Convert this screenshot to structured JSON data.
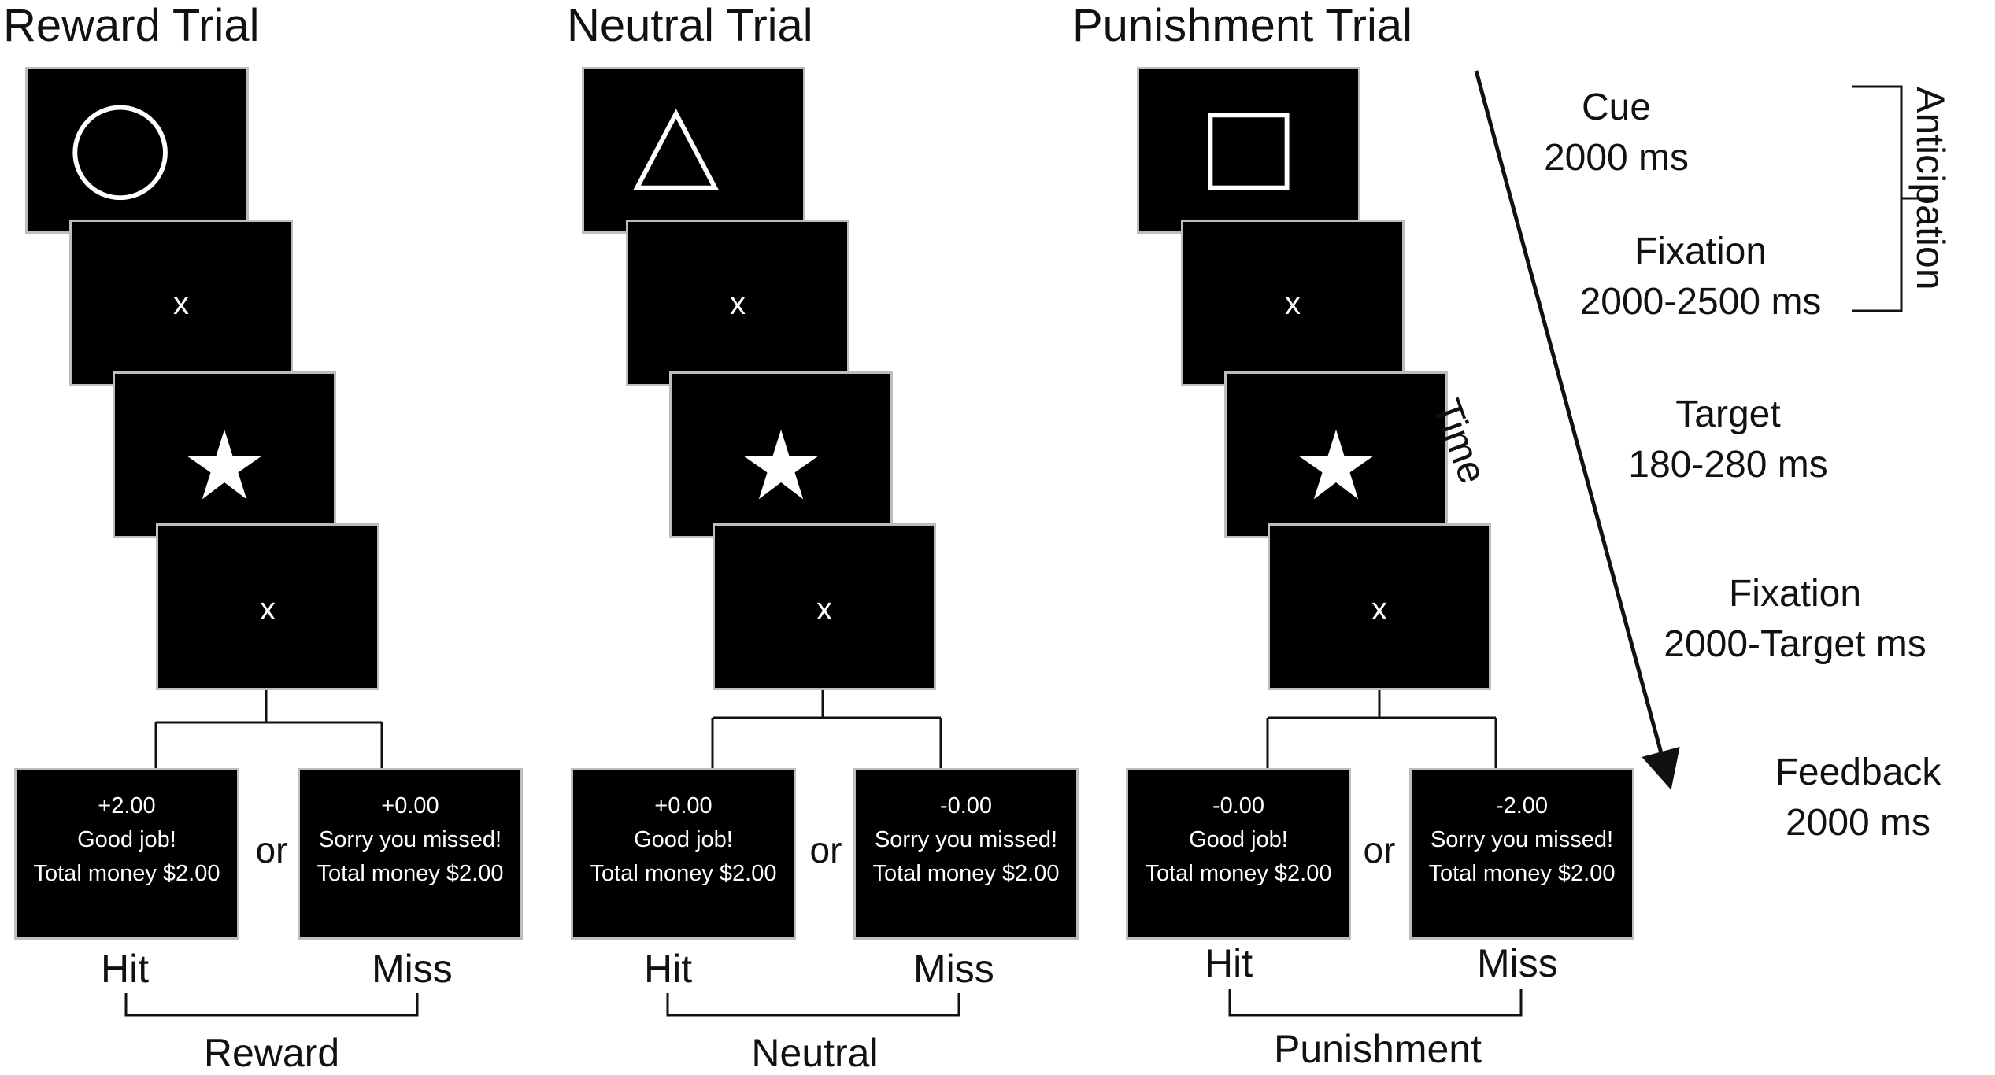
{
  "trials": [
    {
      "title": "Reward Trial",
      "cue_shape": "circle-icon",
      "feedback_hit": {
        "amount": "+2.00",
        "message": "Good job!",
        "total": "Total money $2.00"
      },
      "feedback_miss": {
        "amount": "+0.00",
        "message": "Sorry you missed!",
        "total": "Total money $2.00"
      },
      "category": "Reward"
    },
    {
      "title": "Neutral Trial",
      "cue_shape": "triangle-icon",
      "feedback_hit": {
        "amount": "+0.00",
        "message": "Good job!",
        "total": "Total money $2.00"
      },
      "feedback_miss": {
        "amount": "-0.00",
        "message": "Sorry you missed!",
        "total": "Total money $2.00"
      },
      "category": "Neutral"
    },
    {
      "title": "Punishment Trial",
      "cue_shape": "square-icon",
      "feedback_hit": {
        "amount": "-0.00",
        "message": "Good job!",
        "total": "Total money $2.00"
      },
      "feedback_miss": {
        "amount": "-2.00",
        "message": "Sorry you missed!",
        "total": "Total money $2.00"
      },
      "category": "Punishment"
    }
  ],
  "fixation_symbol": "x",
  "target_icon": "star-icon",
  "or_label": "or",
  "hit_label": "Hit",
  "miss_label": "Miss",
  "timeline": {
    "time_label": "Time",
    "phases": [
      {
        "name": "Cue",
        "duration": "2000 ms"
      },
      {
        "name": "Fixation",
        "duration": "2000-2500 ms"
      },
      {
        "name": "Target",
        "duration": "180-280 ms"
      },
      {
        "name": "Fixation",
        "duration": "2000-Target ms"
      },
      {
        "name": "Feedback",
        "duration": "2000 ms"
      }
    ],
    "bracket_label": "Anticipation"
  },
  "colors": {
    "screen": "#000000",
    "screen_border": "#bdbdbd",
    "symbol": "#ffffff",
    "line": "#111111"
  }
}
